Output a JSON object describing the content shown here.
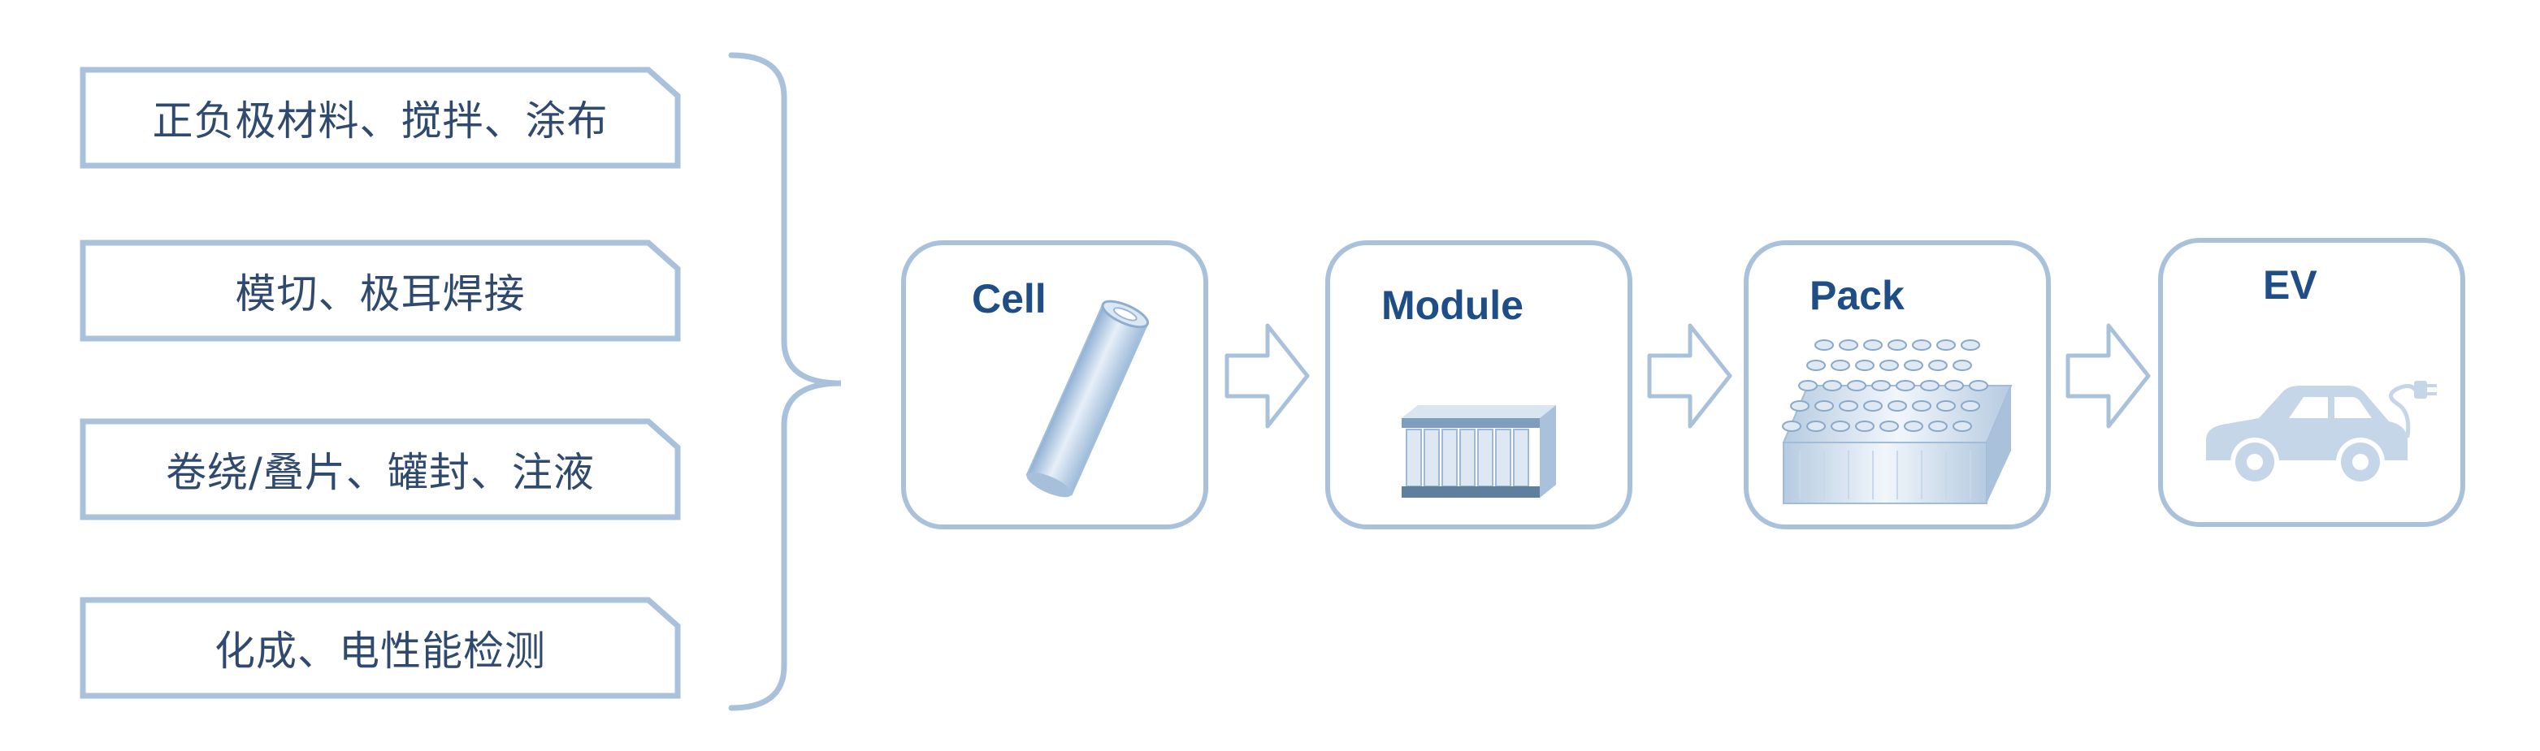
{
  "process_steps": [
    {
      "label": "正负极材料、搅拌、涂布"
    },
    {
      "label": "模切、极耳焊接"
    },
    {
      "label": "卷绕/叠片、罐封、注液"
    },
    {
      "label": "化成、电性能检测"
    }
  ],
  "stages": [
    {
      "title": "Cell",
      "icon": "cylindrical-cell-icon"
    },
    {
      "title": "Module",
      "icon": "battery-module-icon"
    },
    {
      "title": "Pack",
      "icon": "battery-pack-icon"
    },
    {
      "title": "EV",
      "icon": "electric-car-icon"
    }
  ],
  "colors": {
    "outline": "#a9c1da",
    "text": "#2f4a6e",
    "title": "#1f4e86",
    "icon_fill": "#c5d6e8"
  }
}
